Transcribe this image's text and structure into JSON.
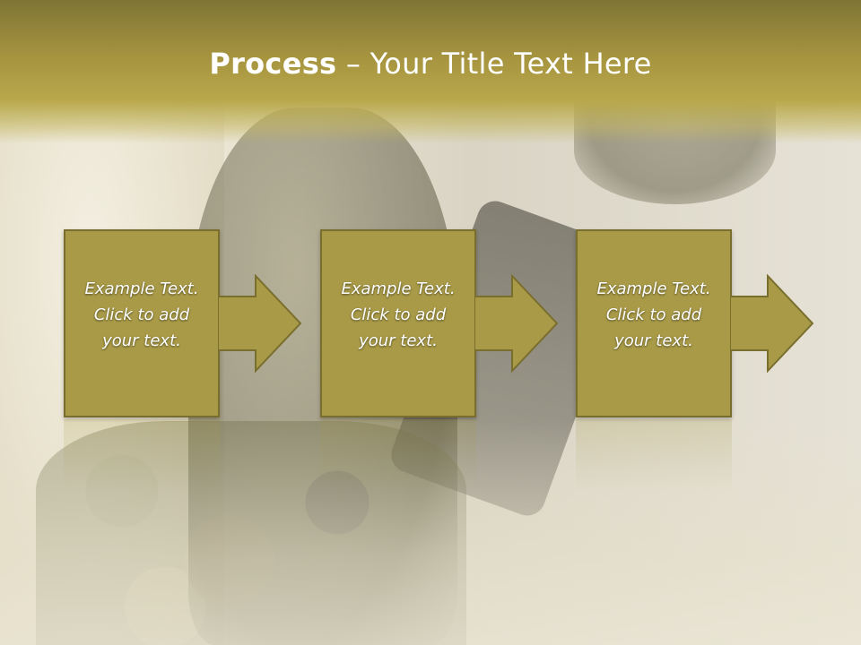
{
  "slide": {
    "title_bold": "Process",
    "title_rest": " – Your Title Text Here",
    "accent_color": "#a89a47",
    "border_color": "#7a6e2e"
  },
  "steps": [
    {
      "text": "Example Text.\nClick  to add\nyour text.",
      "icon": "right-arrow-icon"
    },
    {
      "text": "Example Text.\nClick  to add\nyour text.",
      "icon": "right-arrow-icon"
    },
    {
      "text": "Example Text.\nClick  to add\nyour text.",
      "icon": "right-arrow-icon"
    }
  ],
  "background": {
    "image_description_icon": "paintball-player-image"
  }
}
